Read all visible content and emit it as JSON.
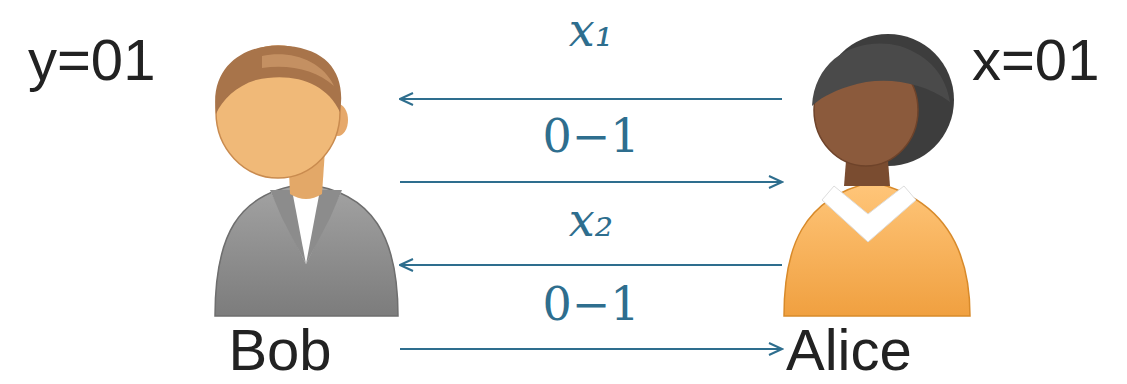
{
  "diagram": {
    "nodes": [
      {
        "text": [
          "Bob"
        ]
      },
      {
        "text": [
          "Alice"
        ]
      }
    ],
    "edges": [
      {
        "from": 1,
        "to": 0,
        "arrow": "to",
        "label": "x₁"
      },
      {
        "from": 0,
        "to": 1,
        "arrow": "to",
        "label": "0−1"
      },
      {
        "from": 1,
        "to": 0,
        "arrow": "to",
        "label": "x₂"
      },
      {
        "from": 0,
        "to": 1,
        "arrow": "to",
        "label": "0−1"
      }
    ],
    "labels": [
      "y=01",
      "x=01"
    ]
  }
}
